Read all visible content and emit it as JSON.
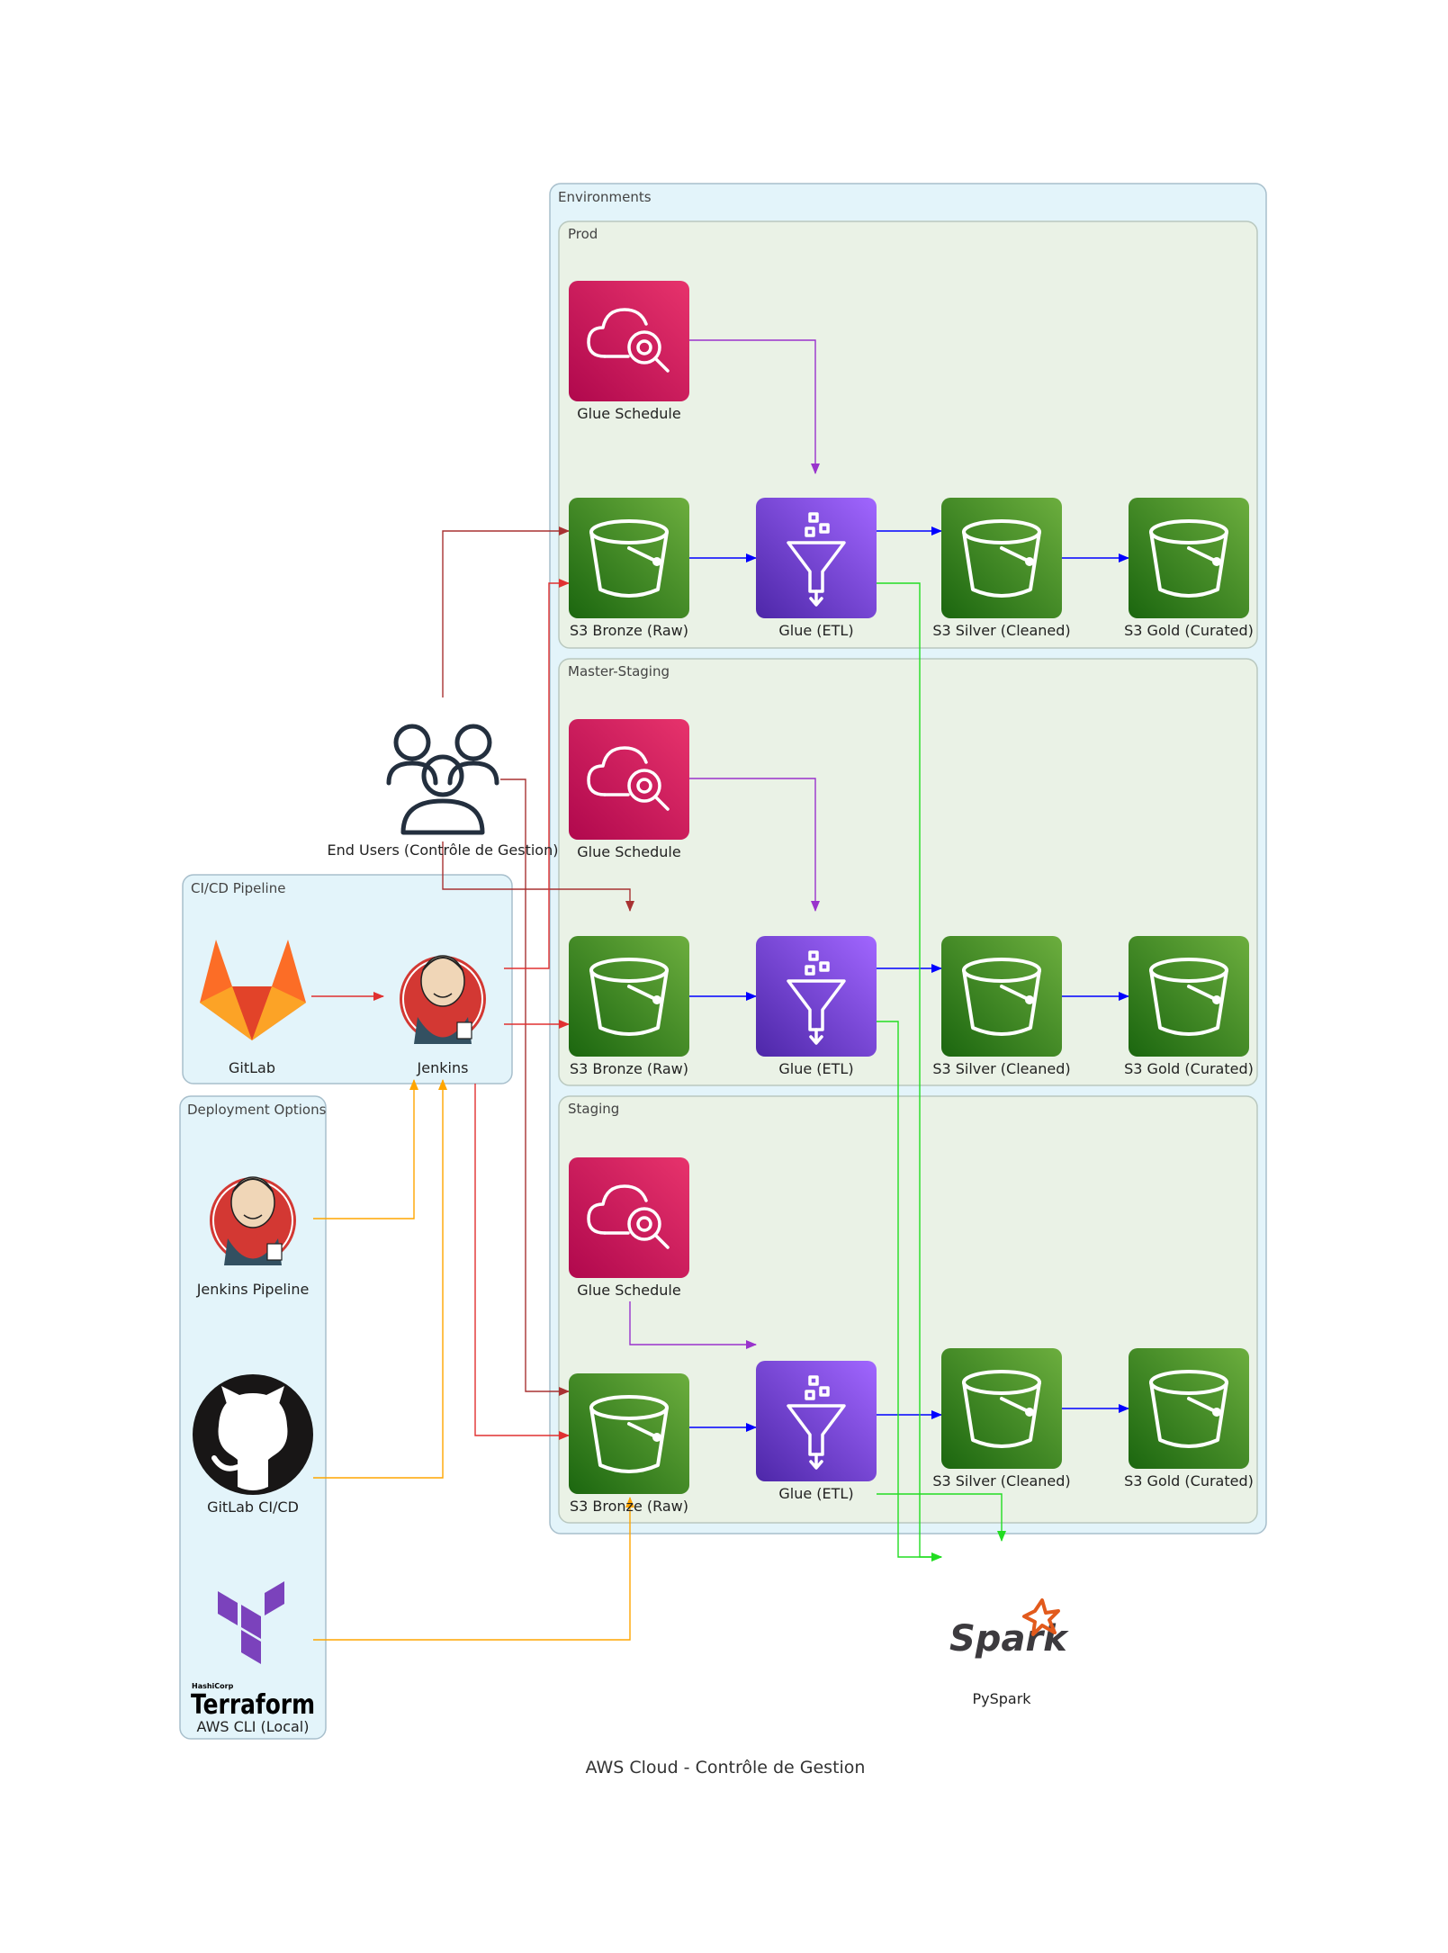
{
  "title": "AWS Cloud - Contrôle de Gestion",
  "clusters": {
    "environments": "Environments",
    "prod": "Prod",
    "master_staging": "Master-Staging",
    "staging": "Staging",
    "cicd": "CI/CD Pipeline",
    "deployment": "Deployment Options"
  },
  "nodes": {
    "end_users": "End Users (Contrôle de Gestion)",
    "gitlab": "GitLab",
    "jenkins": "Jenkins",
    "jenkins_pipeline": "Jenkins Pipeline",
    "gitlab_cicd": "GitLab CI/CD",
    "aws_cli": "AWS CLI (Local)",
    "pyspark": "PySpark",
    "prod": {
      "glue_schedule": "Glue Schedule",
      "s3_bronze": "S3 Bronze (Raw)",
      "glue_etl": "Glue (ETL)",
      "s3_silver": "S3 Silver (Cleaned)",
      "s3_gold": "S3 Gold (Curated)"
    },
    "master_staging": {
      "glue_schedule": "Glue Schedule",
      "s3_bronze": "S3 Bronze (Raw)",
      "glue_etl": "Glue (ETL)",
      "s3_silver": "S3 Silver (Cleaned)",
      "s3_gold": "S3 Gold (Curated)"
    },
    "staging": {
      "glue_schedule": "Glue Schedule",
      "s3_bronze": "S3 Bronze (Raw)",
      "glue_etl": "Glue (ETL)",
      "s3_silver": "S3 Silver (Cleaned)",
      "s3_gold": "S3 Gold (Curated)"
    }
  },
  "logo_text": {
    "terraform_small": "HashiCorp",
    "terraform": "Terraform",
    "spark": "Spark"
  },
  "colors": {
    "s3": "#3f8624",
    "glue": "#7b3fe4",
    "glue_schedule": "#d6245e",
    "edge_data": "#0000ff",
    "edge_schedule": "#9933cc",
    "edge_deploy": "#e03030",
    "edge_users": "#a83232",
    "edge_options": "#ffa500",
    "edge_spark": "#22dd22",
    "cluster_outer": "#e3f4fa",
    "cluster_inner": "#eaf2e6"
  }
}
